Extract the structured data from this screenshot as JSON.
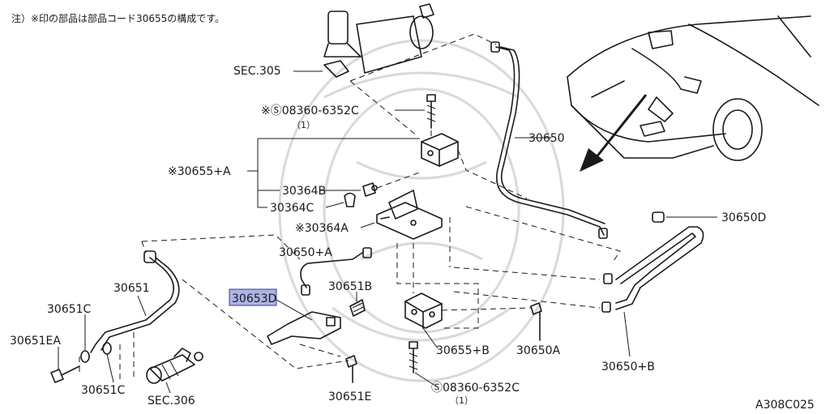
{
  "note": "注）※印の部品は部品コード30655の構成です。",
  "diagram_code": "A308C025",
  "highlighted_part": "30653D",
  "colors": {
    "highlight": "#aeb3e6",
    "line": "#1a1a1a",
    "watermark": "#d9d9d9"
  },
  "labels": {
    "sec305": "SEC.305",
    "bolt_top": "※Ⓢ08360-6352C",
    "bolt_top_qty": "（1）",
    "p30655A": "※30655+A",
    "p30364B": "30364B",
    "p30364C": "30364C",
    "p30364A": "※30364A",
    "p30650": "30650",
    "p30650D": "30650D",
    "p30650A_plus": "30650+A",
    "p30651B": "30651B",
    "p30651": "30651",
    "p30651C_top": "30651C",
    "p30651EA": "30651EA",
    "p30651C_bottom": "30651C",
    "sec306": "SEC.306",
    "p30651E": "30651E",
    "p30655B": "30655+B",
    "p30650A": "30650A",
    "p30650B": "30650+B",
    "bolt_bottom": "Ⓢ08360-6352C",
    "bolt_bottom_qty": "（1）"
  }
}
